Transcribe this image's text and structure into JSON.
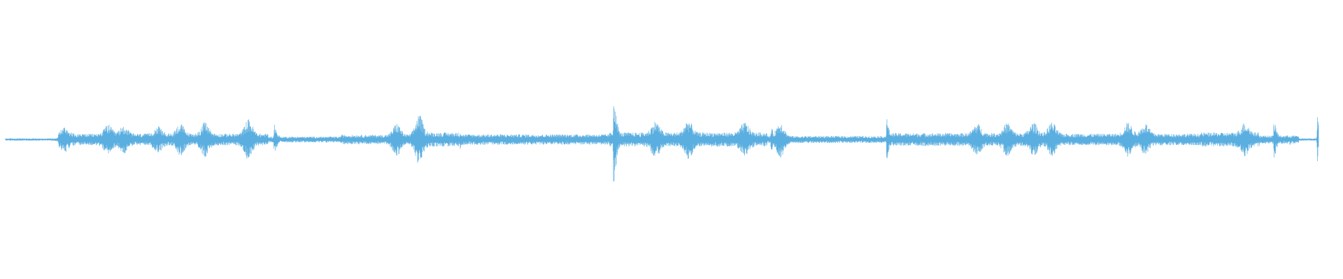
{
  "waveform": {
    "color": "#5aaee0",
    "segments": [
      {
        "start": 0.0,
        "end": 0.04,
        "level": 0.02
      },
      {
        "start": 0.04,
        "end": 0.2,
        "level": 0.1
      },
      {
        "start": 0.2,
        "end": 0.255,
        "level": 0.05
      },
      {
        "start": 0.255,
        "end": 0.32,
        "level": 0.08
      },
      {
        "start": 0.32,
        "end": 0.345,
        "level": 0.12
      },
      {
        "start": 0.345,
        "end": 0.46,
        "level": 0.09
      },
      {
        "start": 0.46,
        "end": 0.58,
        "level": 0.12
      },
      {
        "start": 0.58,
        "end": 0.672,
        "level": 0.06
      },
      {
        "start": 0.672,
        "end": 0.79,
        "level": 0.11
      },
      {
        "start": 0.79,
        "end": 0.91,
        "level": 0.1
      },
      {
        "start": 0.91,
        "end": 0.955,
        "level": 0.12
      },
      {
        "start": 0.955,
        "end": 0.985,
        "level": 0.07
      },
      {
        "start": 0.985,
        "end": 1.0,
        "level": 0.02
      }
    ],
    "peaks": [
      {
        "position": 0.2045,
        "amplitude": 0.32
      },
      {
        "position": 0.346,
        "amplitude": 0.18
      },
      {
        "position": 0.463,
        "amplitude": 1.0
      },
      {
        "position": 0.583,
        "amplitude": 0.25
      },
      {
        "position": 0.671,
        "amplitude": 0.4
      },
      {
        "position": 0.966,
        "amplitude": 0.4
      },
      {
        "position": 0.978,
        "amplitude": 0.1
      },
      {
        "position": 0.999,
        "amplitude": 0.42
      }
    ],
    "bursts": [
      {
        "position": 0.045,
        "amplitude": 0.12
      },
      {
        "position": 0.078,
        "amplitude": 0.16
      },
      {
        "position": 0.09,
        "amplitude": 0.14
      },
      {
        "position": 0.116,
        "amplitude": 0.13
      },
      {
        "position": 0.133,
        "amplitude": 0.18
      },
      {
        "position": 0.152,
        "amplitude": 0.2
      },
      {
        "position": 0.185,
        "amplitude": 0.25
      },
      {
        "position": 0.298,
        "amplitude": 0.2
      },
      {
        "position": 0.315,
        "amplitude": 0.35
      },
      {
        "position": 0.495,
        "amplitude": 0.2
      },
      {
        "position": 0.52,
        "amplitude": 0.22
      },
      {
        "position": 0.563,
        "amplitude": 0.18
      },
      {
        "position": 0.59,
        "amplitude": 0.25
      },
      {
        "position": 0.74,
        "amplitude": 0.17
      },
      {
        "position": 0.763,
        "amplitude": 0.18
      },
      {
        "position": 0.783,
        "amplitude": 0.18
      },
      {
        "position": 0.797,
        "amplitude": 0.2
      },
      {
        "position": 0.855,
        "amplitude": 0.2
      },
      {
        "position": 0.868,
        "amplitude": 0.18
      },
      {
        "position": 0.944,
        "amplitude": 0.18
      }
    ]
  }
}
